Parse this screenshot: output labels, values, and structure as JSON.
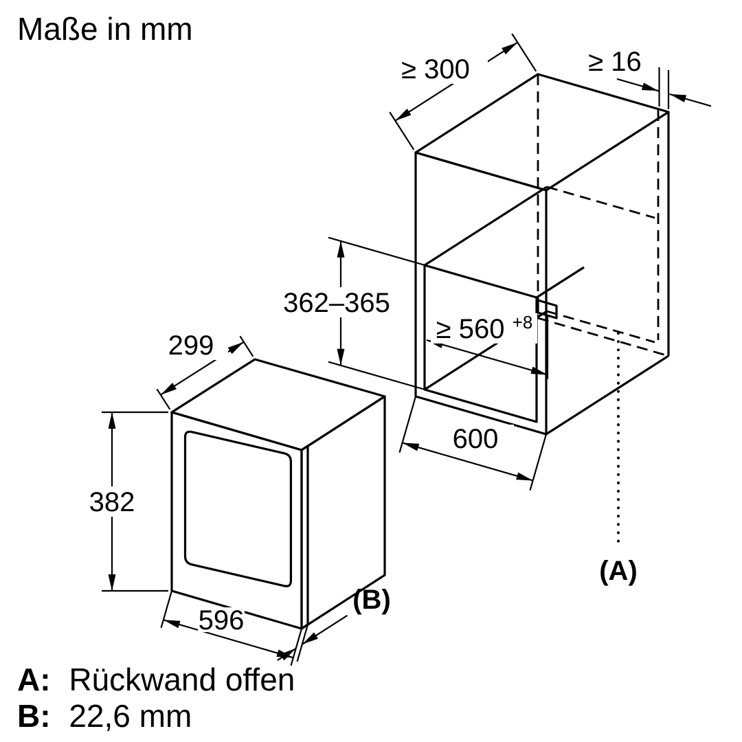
{
  "title": "Maße in mm",
  "dimensions": {
    "microwave_depth": "299",
    "microwave_height": "382",
    "microwave_width": "596",
    "door_ref": "(B)",
    "niche_top_depth": "≥ 300",
    "side_panel_thickness": "≥ 16",
    "niche_height": "362–365",
    "niche_width": "≥ 560",
    "niche_width_tolerance": "+8",
    "cabinet_width": "600",
    "back_ref": "(A)"
  },
  "legend": {
    "a_key": "A:",
    "a_value": "Rückwand offen",
    "b_key": "B:",
    "b_value": "22,6 mm"
  }
}
